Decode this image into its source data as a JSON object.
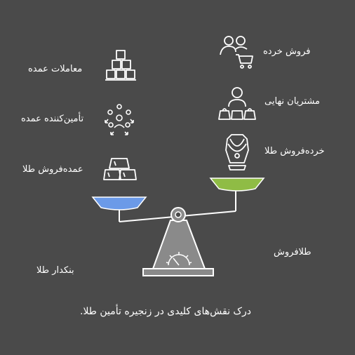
{
  "diagram": {
    "left_labels": {
      "bulk_trading": "معاملات عمده",
      "bulk_suppliers": "تأمین‌کننده عمده",
      "gold_wholesaler": "عمده‌فروش طلا"
    },
    "right_labels": {
      "retail_sales": "فروش خرده",
      "end_customers": "مشتریان نهایی",
      "gold_retailer": "خرده‌فروش طلا"
    },
    "bottom_labels": {
      "gold_banker": "بنکدار طلا",
      "goldsmith": "طلافروش"
    },
    "caption": "درک نقش‌های کلیدی در زنجیره تأمین طلا.",
    "colors": {
      "background": "#4a4a4a",
      "left_pan": "#6b9ae8",
      "right_pan": "#8fbc45",
      "lines": "#ffffff",
      "base": "#8a8a8a"
    }
  }
}
